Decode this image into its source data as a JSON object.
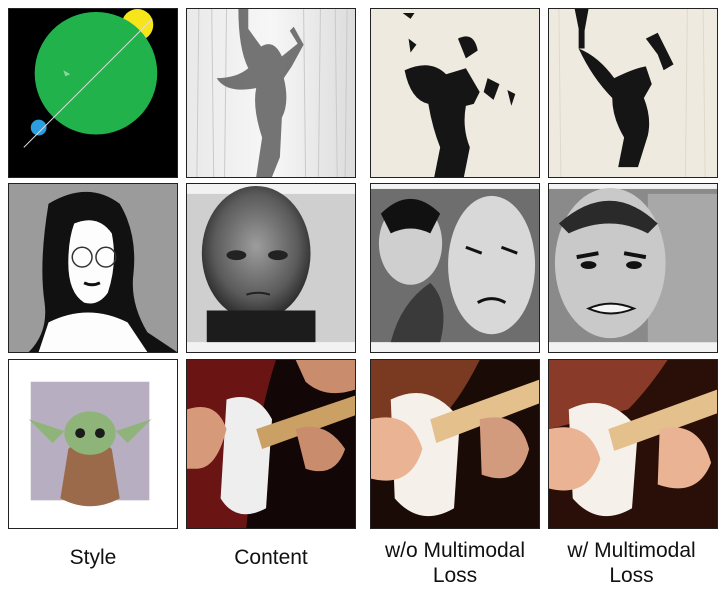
{
  "figure": {
    "columns": [
      {
        "label_line1": "Style",
        "label_line2": ""
      },
      {
        "label_line1": "Content",
        "label_line2": ""
      },
      {
        "label_line1": "w/o Multimodal",
        "label_line2": "Loss"
      },
      {
        "label_line1": "w/ Multimodal",
        "label_line2": "Loss"
      }
    ],
    "rows": [
      {
        "style": "planet-artwork",
        "content": "dancer-silhouette-behind-curtain",
        "without": "ink-silhouette-fragments",
        "with": "ink-silhouette-dancer"
      },
      {
        "style": "line-drawing-portrait-woman",
        "content": "bw-photo-bald-man",
        "without": "sketch-two-faces",
        "with": "sketch-man-face"
      },
      {
        "style": "baby-yoda-watercolor",
        "content": "electric-guitar-photo",
        "without": "flat-guitar-illustration",
        "with": "flat-guitar-illustration-warm"
      }
    ],
    "colors": {
      "planet_green": "#21b24b",
      "planet_yellow": "#f6e51b",
      "planet_blue": "#2a9ee0",
      "paper": "#efeadf",
      "ink": "#151515",
      "guitar_red": "#6b1414",
      "skin": "#e9b394",
      "yoda_green": "#8fb47a",
      "purple_wash": "#a59ab2"
    }
  }
}
